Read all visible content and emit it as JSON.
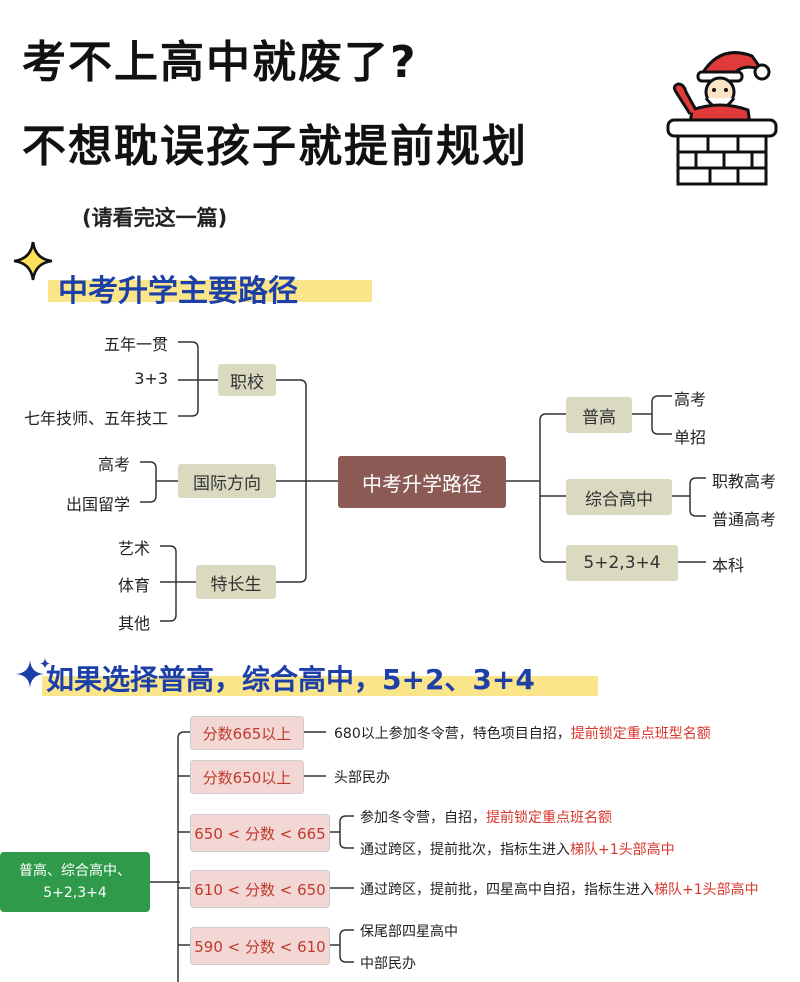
{
  "header": {
    "title_line1": "考不上高中就废了?",
    "title_line2": "不想耽误孩子就提前规划",
    "subtitle": "(请看完这一篇)",
    "decoration": "santa-chimney-icon"
  },
  "section1": {
    "heading": "中考升学主要路径",
    "center": "中考升学路径",
    "left_branches": [
      {
        "label": "职校",
        "leaves": [
          "五年一贯",
          "3+3",
          "七年技师、五年技工"
        ]
      },
      {
        "label": "国际方向",
        "leaves": [
          "高考",
          "出国留学"
        ]
      },
      {
        "label": "特长生",
        "leaves": [
          "艺术",
          "体育",
          "其他"
        ]
      }
    ],
    "right_branches": [
      {
        "label": "普高",
        "leaves": [
          "高考",
          "单招"
        ]
      },
      {
        "label": "综合高中",
        "leaves": [
          "职教高考",
          "普通高考"
        ]
      },
      {
        "label": "5+2,3+4",
        "leaves": [
          "本科"
        ]
      }
    ]
  },
  "section2": {
    "heading": "如果选择普高，综合高中，5+2、3+4",
    "root_line1": "普高、综合高中、",
    "root_line2": "5+2,3+4",
    "tiers": [
      {
        "score": "分数665以上",
        "notes": [
          {
            "plain": "680以上参加冬令营，特色项目自招，",
            "red": "提前锁定重点班型名额"
          }
        ]
      },
      {
        "score": "分数650以上",
        "notes": [
          {
            "plain": "头部民办",
            "red": ""
          }
        ]
      },
      {
        "score": "650 < 分数 < 665",
        "notes": [
          {
            "plain": "参加冬令营，自招，",
            "red": "提前锁定重点班名额"
          },
          {
            "plain": "通过跨区，提前批次，指标生进入",
            "red": "梯队+1头部高中"
          }
        ]
      },
      {
        "score": "610 < 分数 < 650",
        "notes": [
          {
            "plain": "通过跨区，提前批，四星高中自招，指标生进入",
            "red": "梯队+1头部高中"
          }
        ]
      },
      {
        "score": "590 < 分数 < 610",
        "notes": [
          {
            "plain": "保尾部四星高中",
            "red": ""
          },
          {
            "plain": "中部民办",
            "red": ""
          }
        ]
      }
    ]
  }
}
